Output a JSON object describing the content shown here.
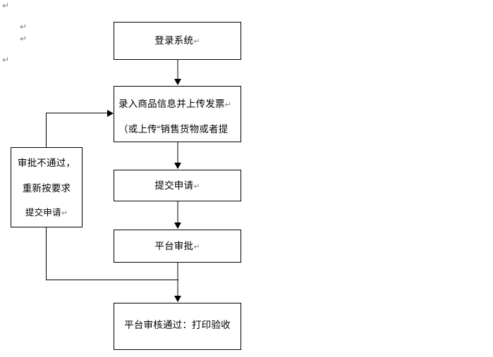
{
  "document": {
    "type": "flowchart",
    "language": "zh-CN",
    "background_color": "#ffffff",
    "box_border_color": "#000000",
    "connector_gray": "#808080",
    "connector_black": "#000000",
    "text_color": "#000000"
  },
  "paragraph_marks": [
    {
      "glyph": "↵"
    },
    {
      "glyph": "↵"
    },
    {
      "glyph": "↵"
    },
    {
      "glyph": "↵"
    }
  ],
  "nodes": [
    {
      "id": "login",
      "label": "登录系统",
      "return_mark": "↵",
      "lines": [
        "登录系统"
      ]
    },
    {
      "id": "enter-goods",
      "label": "录入商品信息并上传发票",
      "return_mark": "↵",
      "lines": [
        "录入商品信息并上传发票",
        "（或上传“销售货物或者提"
      ]
    },
    {
      "id": "submit-application",
      "label": "提交申请",
      "return_mark": "↵",
      "lines": [
        "提交申请"
      ]
    },
    {
      "id": "platform-approval",
      "label": "平台审批",
      "return_mark": "↵",
      "lines": [
        "平台审批"
      ]
    },
    {
      "id": "approval-passed",
      "label": "平台审核通过：打印验收",
      "return_mark": "",
      "lines": [
        "平台审核通过：打印验收"
      ]
    },
    {
      "id": "rejected",
      "label": "审批不通过，重新按要求提交申请",
      "return_mark": "↵",
      "lines": [
        "审批不通过，",
        "重新按要求",
        "提交申请"
      ]
    }
  ]
}
